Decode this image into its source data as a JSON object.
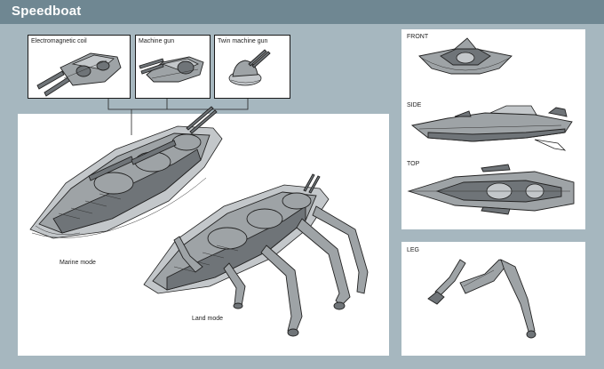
{
  "header": {
    "title": "Speedboat"
  },
  "insets": [
    {
      "label": "Electromagnetic coil"
    },
    {
      "label": "Machine gun"
    },
    {
      "label": "Twin machine gun"
    }
  ],
  "main": {
    "marine_label": "Marine mode",
    "land_label": "Land mode"
  },
  "views": {
    "front": "FRONT",
    "side": "SIDE",
    "top": "TOP"
  },
  "leg": {
    "label": "LEG"
  },
  "colors": {
    "header": "#6f8792",
    "background": "#a6b7bf",
    "panel": "#ffffff"
  }
}
